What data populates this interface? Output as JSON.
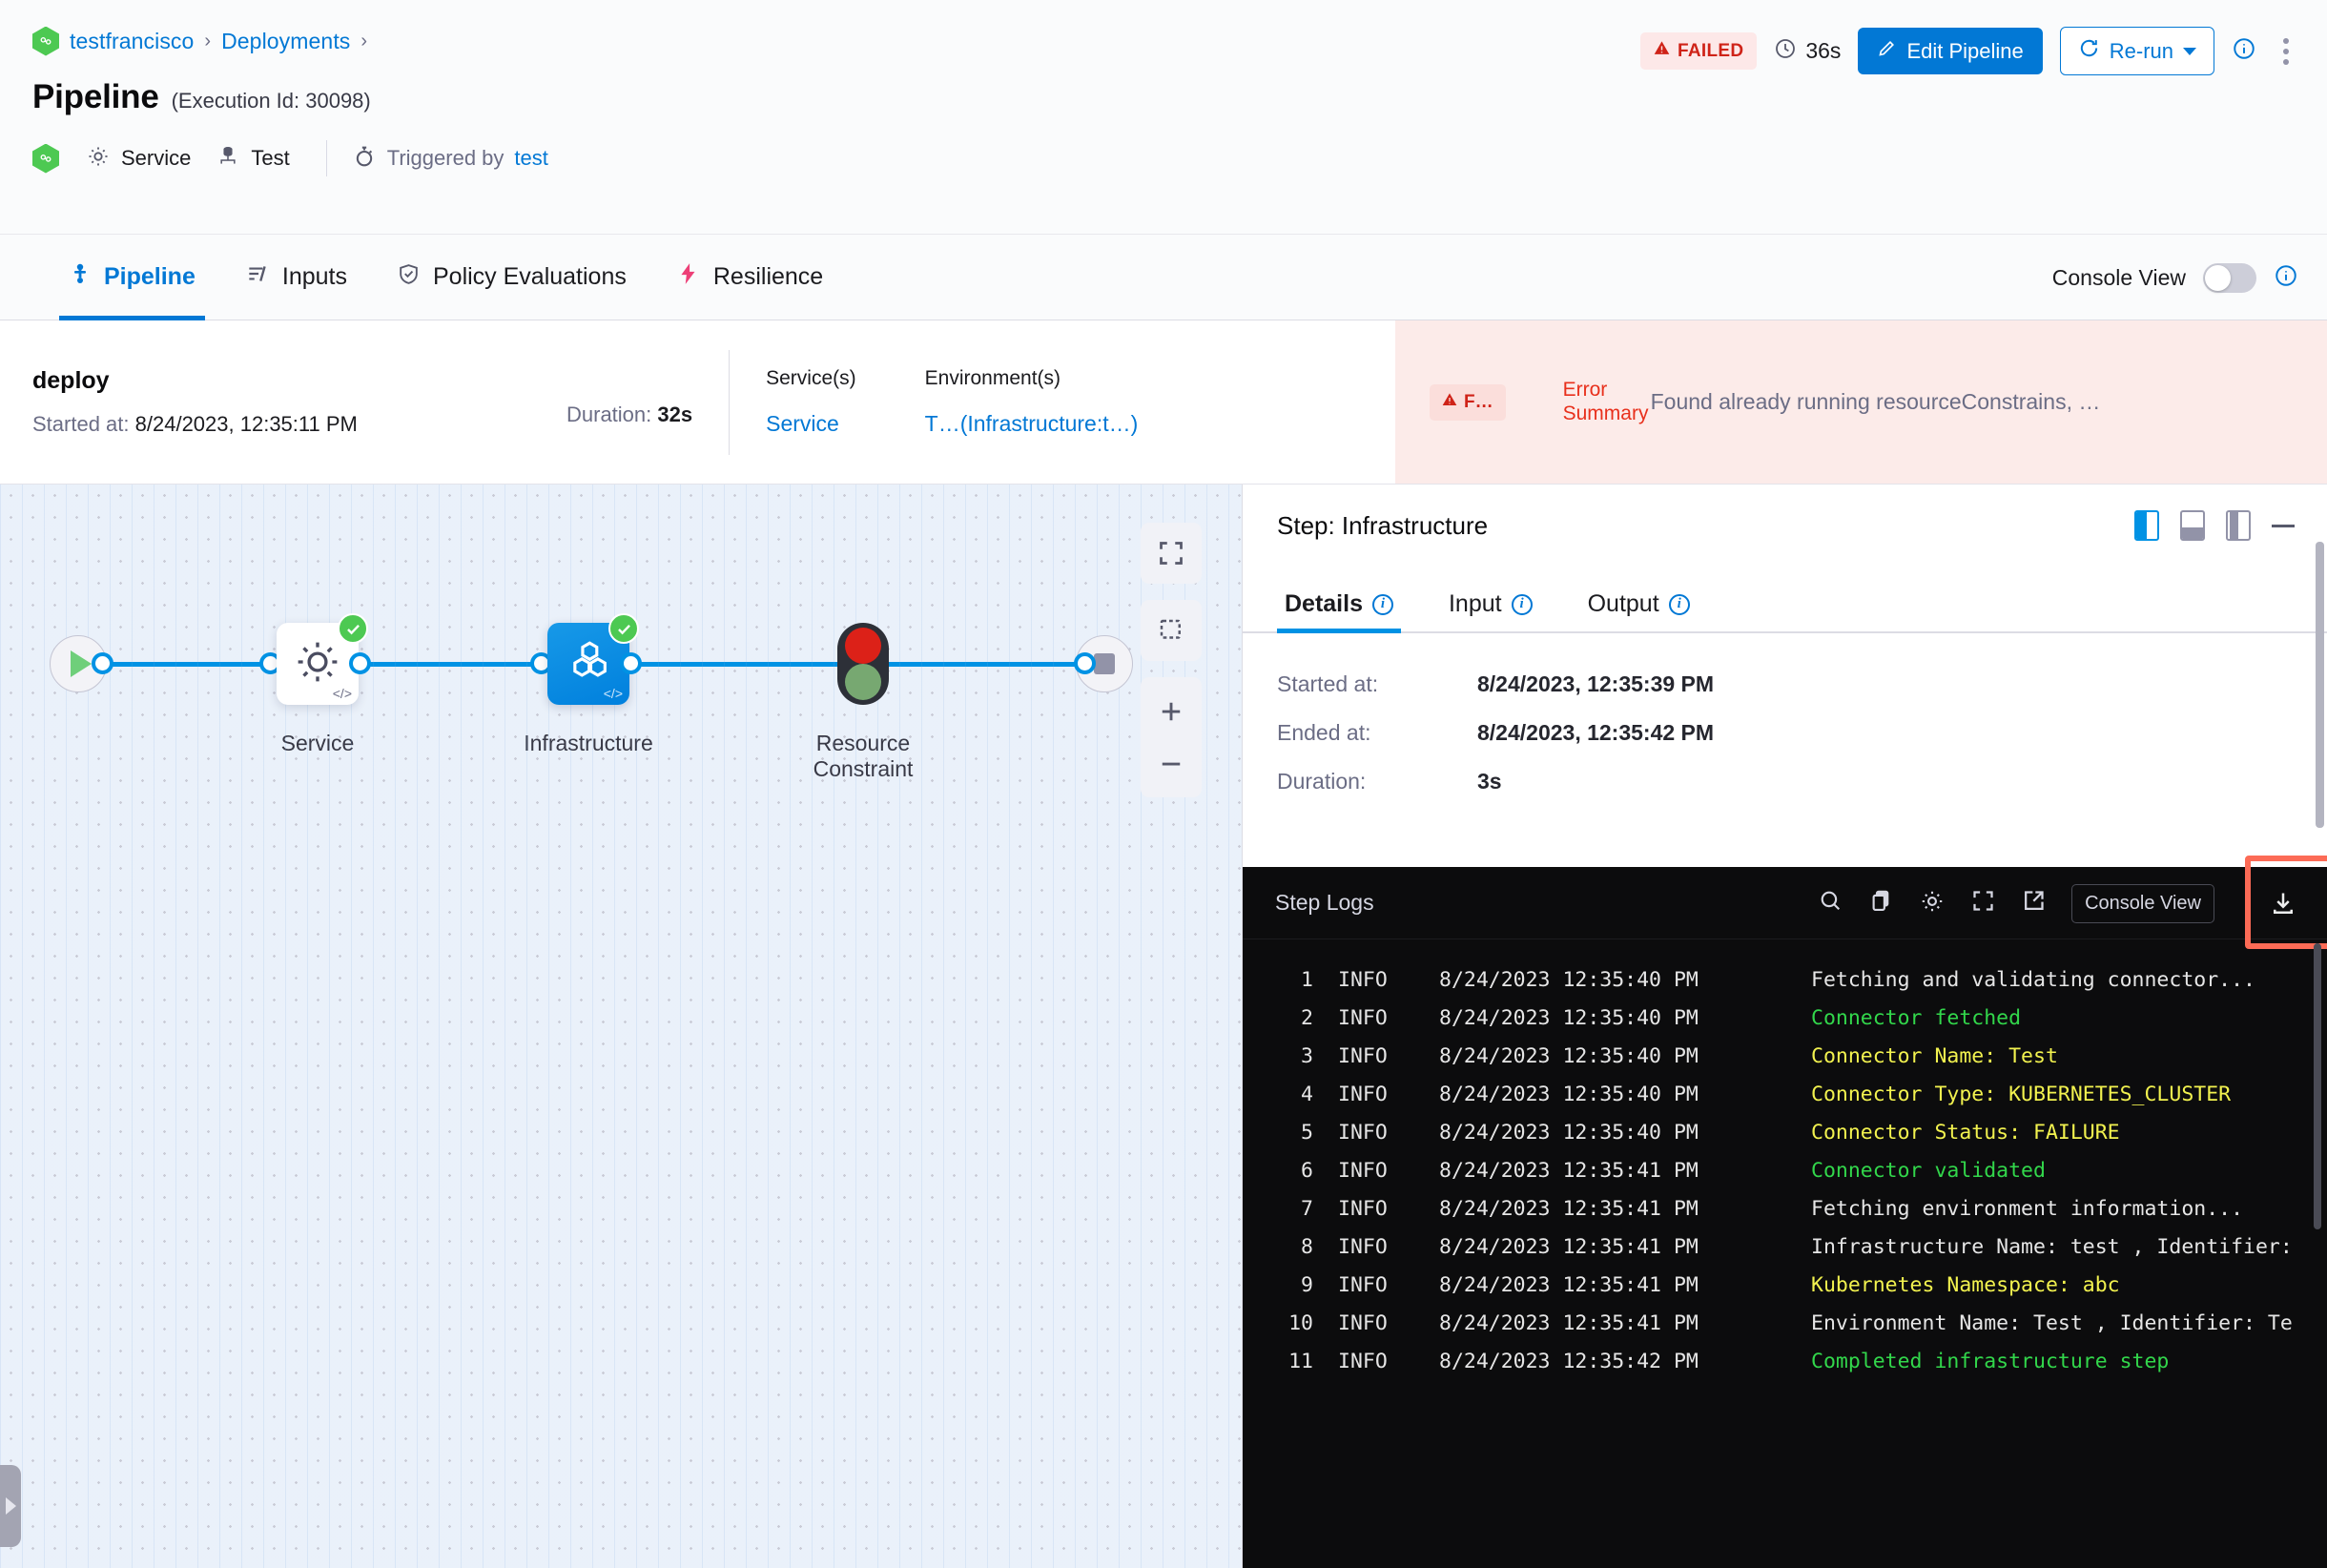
{
  "header": {
    "breadcrumb": {
      "project": "testfrancisco",
      "section": "Deployments",
      "sep": "›"
    },
    "title": "Pipeline",
    "exec_id": "(Execution Id: 30098)",
    "meta": {
      "service": "Service",
      "env": "Test",
      "triggered_label": "Triggered by",
      "triggered_by": "test"
    },
    "status_badge": "FAILED",
    "duration": "36s",
    "edit_button": "Edit Pipeline",
    "rerun_button": "Re-run"
  },
  "tabs": [
    {
      "label": "Pipeline",
      "icon": "pipeline-icon",
      "active": true
    },
    {
      "label": "Inputs",
      "icon": "inputs-icon",
      "active": false
    },
    {
      "label": "Policy Evaluations",
      "icon": "shield-check-icon",
      "active": false
    },
    {
      "label": "Resilience",
      "icon": "resilience-icon",
      "active": false
    }
  ],
  "console_view": {
    "label": "Console View",
    "enabled": false
  },
  "summary": {
    "stage_name": "deploy",
    "started_label": "Started at:",
    "started_value": "8/24/2023, 12:35:11 PM",
    "duration_label": "Duration:",
    "duration_value": "32s",
    "services_label": "Service(s)",
    "services_value": "Service",
    "environments_label": "Environment(s)",
    "environments_value": "T…(Infrastructure:t…)",
    "error_chip": "F…",
    "error_label": "Error Summary",
    "error_text": "Found already running resourceConstrains, …"
  },
  "graph": {
    "nodes": [
      {
        "name": "Service",
        "type": "service",
        "status": "success"
      },
      {
        "name": "Infrastructure",
        "type": "infrastructure",
        "status": "success",
        "selected": true
      },
      {
        "name": "Resource Constraint",
        "type": "resource-constraint",
        "status": "blocked"
      }
    ],
    "controls": [
      "fit-screen-icon",
      "select-area-icon",
      "zoom-in-icon",
      "zoom-out-icon"
    ]
  },
  "step_panel": {
    "title": "Step: Infrastructure",
    "tabs": [
      {
        "label": "Details",
        "active": true
      },
      {
        "label": "Input",
        "active": false
      },
      {
        "label": "Output",
        "active": false
      }
    ],
    "details": [
      {
        "key": "Started at:",
        "value": "8/24/2023, 12:35:39 PM"
      },
      {
        "key": "Ended at:",
        "value": "8/24/2023, 12:35:42 PM"
      },
      {
        "key": "Duration:",
        "value": "3s"
      }
    ]
  },
  "logs": {
    "title": "Step Logs",
    "console_view_button": "Console View",
    "tools": [
      "search-icon",
      "copy-icon",
      "gear-icon",
      "fullscreen-icon",
      "open-external-icon",
      "download-icon"
    ],
    "lines": [
      {
        "n": "1",
        "level": "INFO",
        "time": "8/24/2023 12:35:40 PM",
        "msg": "Fetching and validating connector...",
        "color": "white"
      },
      {
        "n": "2",
        "level": "INFO",
        "time": "8/24/2023 12:35:40 PM",
        "msg": "Connector fetched",
        "color": "green"
      },
      {
        "n": "3",
        "level": "INFO",
        "time": "8/24/2023 12:35:40 PM",
        "msg": "Connector Name: Test",
        "color": "yellow"
      },
      {
        "n": "4",
        "level": "INFO",
        "time": "8/24/2023 12:35:40 PM",
        "msg": "Connector Type: KUBERNETES_CLUSTER",
        "color": "yellow"
      },
      {
        "n": "5",
        "level": "INFO",
        "time": "8/24/2023 12:35:40 PM",
        "msg": "Connector Status: FAILURE",
        "color": "yellow"
      },
      {
        "n": "6",
        "level": "INFO",
        "time": "8/24/2023 12:35:41 PM",
        "msg": "Connector validated",
        "color": "green"
      },
      {
        "n": "7",
        "level": "INFO",
        "time": "8/24/2023 12:35:41 PM",
        "msg": "Fetching environment information...",
        "color": "white"
      },
      {
        "n": "8",
        "level": "INFO",
        "time": "8/24/2023 12:35:41 PM",
        "msg": "Infrastructure Name: test , Identifier:",
        "color": "white"
      },
      {
        "n": "9",
        "level": "INFO",
        "time": "8/24/2023 12:35:41 PM",
        "msg": "Kubernetes Namespace: abc",
        "color": "yellow"
      },
      {
        "n": "10",
        "level": "INFO",
        "time": "8/24/2023 12:35:41 PM",
        "msg": "Environment Name: Test , Identifier: Te",
        "color": "white"
      },
      {
        "n": "11",
        "level": "INFO",
        "time": "8/24/2023 12:35:42 PM",
        "msg": "Completed infrastructure step",
        "color": "green"
      }
    ]
  },
  "colors": {
    "accent": "#0278d5",
    "edge": "#0092e4",
    "danger": "#cf2318",
    "success": "#4dc952"
  }
}
